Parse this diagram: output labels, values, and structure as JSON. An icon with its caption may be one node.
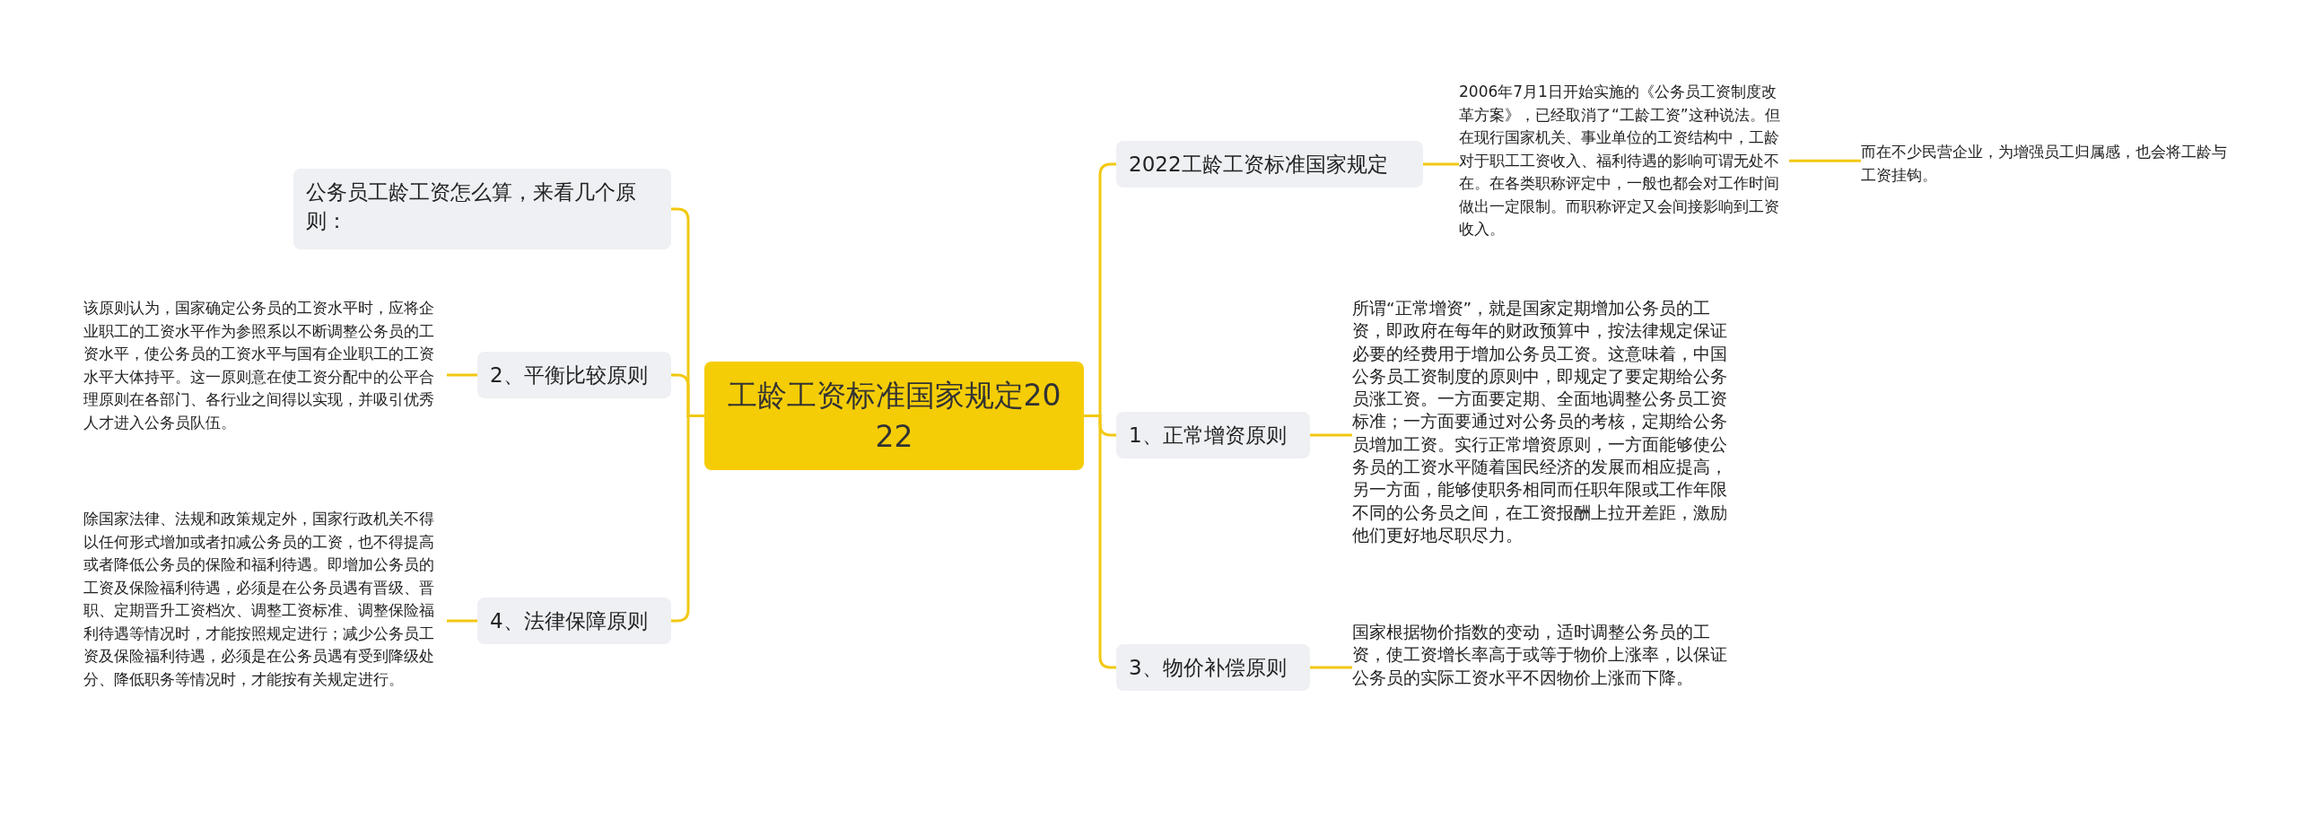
{
  "diagram": {
    "nodes": [
      {
        "text": [
          "工龄工资标准国家规定2022"
        ]
      },
      {
        "text": [
          "公务员工龄工资怎么算，来看几个原则："
        ]
      },
      {
        "text": [
          "2、平衡比较原则"
        ]
      },
      {
        "text": [
          "该原则认为，国家确定公务员的工资水平时，应将企业职工的工资水平作为参照系以不断调整公务员的工资水平，使公务员的工资水平与国有企业职工的工资水平大体持平。这一原则意在使工资分配中的公平合理原则在各部门、各行业之间得以实现，并吸引优秀人才进入公务员队伍。"
        ]
      },
      {
        "text": [
          "4、法律保障原则"
        ]
      },
      {
        "text": [
          "除国家法律、法规和政策规定外，国家行政机关不得以任何形式增加或者扣减公务员的工资，也不得提高或者降低公务员的保险和福利待遇。即增加公务员的工资及保险福利待遇，必须是在公务员遇有晋级、晋职、定期晋升工资档次、调整工资标准、调整保险福利待遇等情况时，才能按照规定进行；减少公务员工资及保险福利待遇，必须是在公务员遇有受到降级处分、降低职务等情况时，才能按有关规定进行。"
        ]
      },
      {
        "text": [
          "2022工龄工资标准国家规定"
        ]
      },
      {
        "text": [
          "2006年7月1日开始实施的《公务员工资制度改革方案》，已经取消了“工龄工资”这种说法。但在现行国家机关、事业单位的工资结构中，工龄对于职工工资收入、福利待遇的影响可谓无处不在。在各类职称评定中，一般也都会对工作时间做出一定限制。而职称评定又会间接影响到工资收入。"
        ]
      },
      {
        "text": [
          "而在不少民营企业，为增强员工归属感，也会将工龄与工资挂钩。"
        ]
      },
      {
        "text": [
          "1、正常增资原则"
        ]
      },
      {
        "text": [
          "所谓“正常增资”，就是国家定期增加公务员的工资，即政府在每年的财政预算中，按法律规定保证必要的经费用于增加公务员工资。这意味着，中国公务员工资制度的原则中，即规定了要定期给公务员涨工资。一方面要定期、全面地调整公务员工资标准；一方面要通过对公务员的考核，定期给公务员增加工资。实行正常增资原则，一方面能够使公务员的工资水平随着国民经济的发展而相应提高，另一方面，能够使职务相同而任职年限或工作年限不同的公务员之间，在工资报酬上拉开差距，激励他们更好地尽职尽力。"
        ]
      },
      {
        "text": [
          "3、物价补偿原则"
        ]
      },
      {
        "text": [
          "国家根据物价指数的变动，适时调整公务员的工资，使工资增长率高于或等于物价上涨率，以保证公务员的实际工资水平不因物价上涨而下降。"
        ]
      }
    ],
    "edges": [
      {
        "from": 0,
        "to": 1,
        "arrow": "none"
      },
      {
        "from": 0,
        "to": 2,
        "arrow": "none"
      },
      {
        "from": 2,
        "to": 3,
        "arrow": "none"
      },
      {
        "from": 0,
        "to": 4,
        "arrow": "none"
      },
      {
        "from": 4,
        "to": 5,
        "arrow": "none"
      },
      {
        "from": 0,
        "to": 6,
        "arrow": "none"
      },
      {
        "from": 6,
        "to": 7,
        "arrow": "none"
      },
      {
        "from": 7,
        "to": 8,
        "arrow": "none"
      },
      {
        "from": 0,
        "to": 9,
        "arrow": "none"
      },
      {
        "from": 9,
        "to": 10,
        "arrow": "none"
      },
      {
        "from": 0,
        "to": 11,
        "arrow": "none"
      },
      {
        "from": 11,
        "to": 12,
        "arrow": "none"
      }
    ]
  }
}
